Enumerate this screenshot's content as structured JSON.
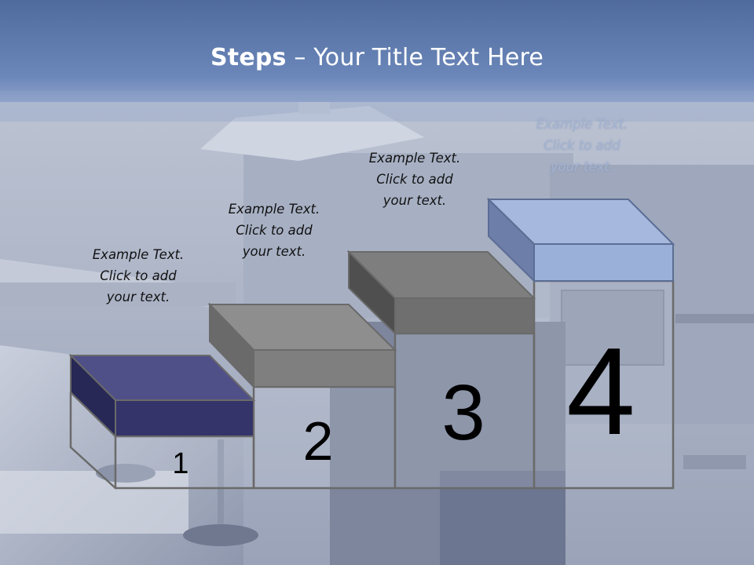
{
  "slide": {
    "title_bold": "Steps",
    "title_rest": " – Your Title Text Here"
  },
  "steps": [
    {
      "number": "1",
      "caption": [
        "Example Text.",
        "Click  to add",
        "your text."
      ],
      "lid_color": "#34346a"
    },
    {
      "number": "2",
      "caption": [
        "Example Text.",
        "Click  to add",
        "your text."
      ],
      "lid_color": "#7f7f7f"
    },
    {
      "number": "3",
      "caption": [
        "Example Text.",
        "Click  to add",
        "your text."
      ],
      "lid_color": "#6f6f6f"
    },
    {
      "number": "4",
      "caption": [
        "Example Text.",
        "Click  to add",
        "your text."
      ],
      "lid_color": "#9ab0d8"
    }
  ],
  "colors": {
    "header_blue": "#5e79aa",
    "background": "#b7bfd0",
    "outline": "#6a6a6a"
  }
}
